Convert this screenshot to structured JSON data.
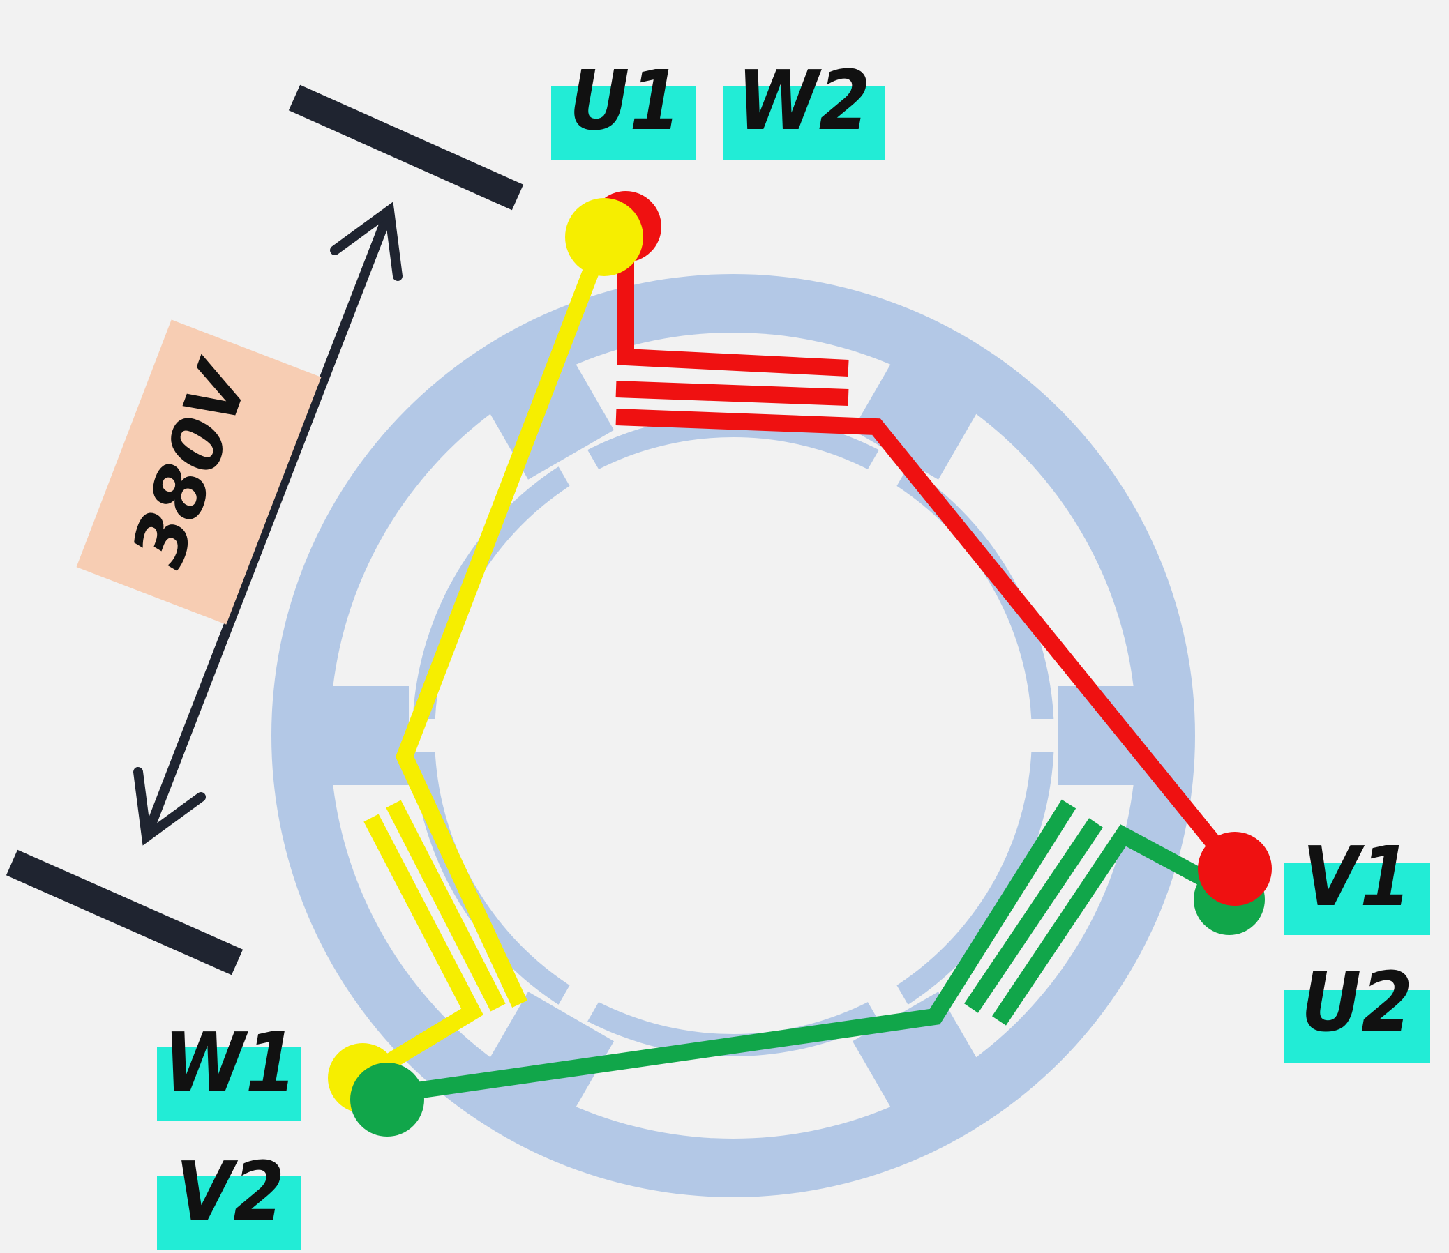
{
  "diagram": {
    "voltage_label": "380V",
    "terminals": {
      "u1": "U1",
      "w2": "W2",
      "v1": "V1",
      "u2": "U2",
      "w1": "W1",
      "v2": "V2"
    },
    "colors": {
      "background": "#f2f2f2",
      "stator": "#b3c8e6",
      "phase_u": "#ef1111",
      "phase_w": "#f6ee00",
      "phase_v": "#11a64a",
      "label_box": "#22ecd6",
      "voltage_box": "#f7cdb3",
      "supply_bar": "#1f2430"
    }
  }
}
